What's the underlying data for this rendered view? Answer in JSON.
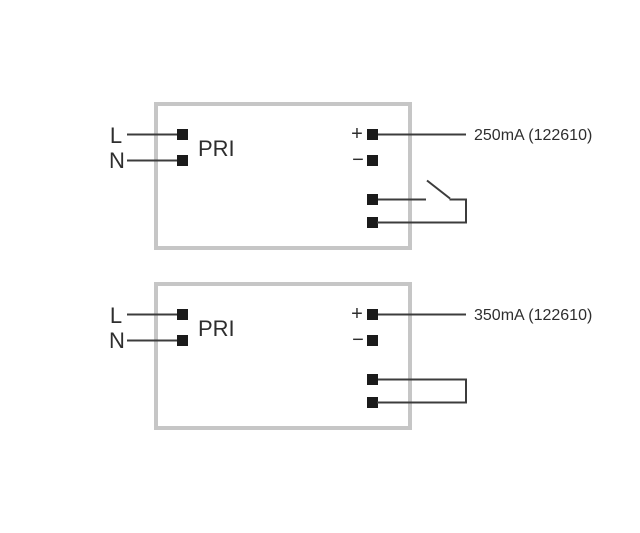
{
  "colors": {
    "background": "#ffffff",
    "box_border": "#c6c6c6",
    "wire": "#3c3c3c",
    "terminal": "#1b1b1b",
    "text": "#2e2e2e"
  },
  "diagrams": [
    {
      "id": "250ma-version",
      "input": {
        "line": "L",
        "neutral": "N",
        "primary": "PRI"
      },
      "output": {
        "plus": "+",
        "minus": "−",
        "current_label": "250mA (122610)"
      },
      "control_icon": "open-switch-icon"
    },
    {
      "id": "350ma-version",
      "input": {
        "line": "L",
        "neutral": "N",
        "primary": "PRI"
      },
      "output": {
        "plus": "+",
        "minus": "−",
        "current_label": "350mA (122610)"
      },
      "control_icon": "jumper-wire-icon"
    }
  ]
}
